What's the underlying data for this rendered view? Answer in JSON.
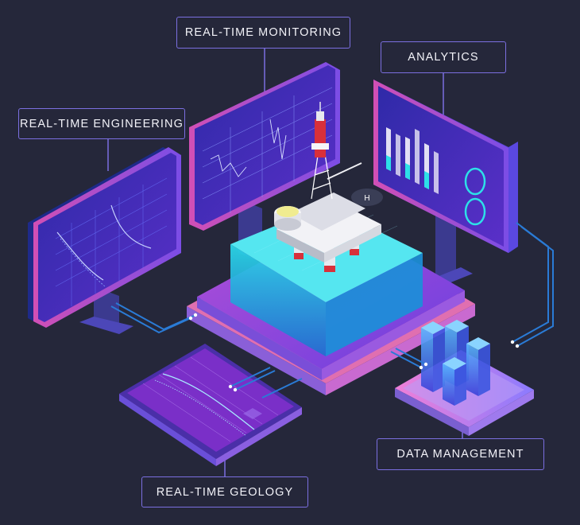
{
  "labels": {
    "monitoring": "REAL-TIME MONITORING",
    "analytics": "ANALYTICS",
    "engineering": "REAL-TIME ENGINEERING",
    "data_management": "DATA MANAGEMENT",
    "geology": "REAL-TIME GEOLOGY"
  },
  "colors": {
    "background": "#25273a",
    "label_border": "#7b6fe0",
    "screen": "#3a2fb8",
    "cable": "#2a7bd6",
    "water": "#23c3d8"
  },
  "icons": [
    "oil-platform-icon",
    "helipad-icon",
    "data-cubes-icon"
  ]
}
